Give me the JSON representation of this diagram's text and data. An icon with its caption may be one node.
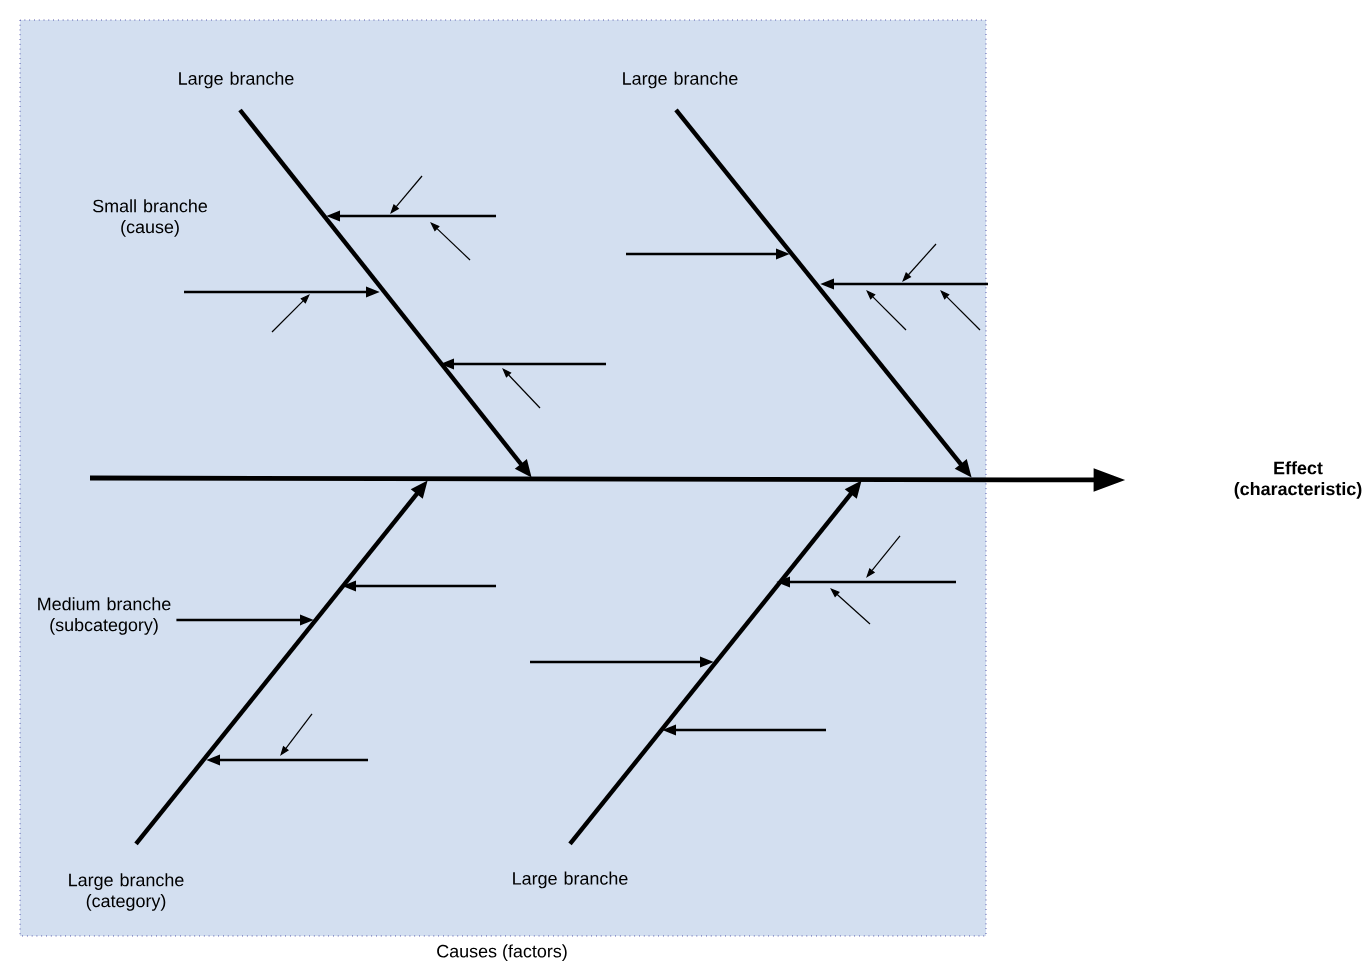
{
  "diagram": {
    "nodes": [
      {
        "text": [
          "Causes (factors)"
        ]
      },
      {
        "text": [
          "Effect (characteristic)"
        ]
      },
      {
        "text": [
          "Medium branche (subcategory)"
        ],
        "in": 0
      }
    ],
    "edges": [
      {
        "from": null,
        "to": 1,
        "arrow": "to"
      },
      {
        "from": 2,
        "to": null,
        "arrow": "to"
      }
    ],
    "labels": [
      "Large branche",
      "Large branche",
      "Small branche (cause)",
      "Large branche (category)",
      "Large branche"
    ]
  }
}
